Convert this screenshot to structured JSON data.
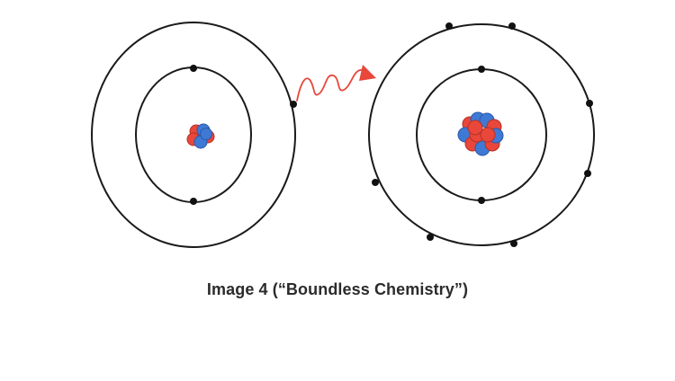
{
  "caption": "Image 4 (“Boundless Chemistry”)",
  "colors": {
    "orbit": "#1a1a1a",
    "electron": "#111111",
    "proton": "#e8473a",
    "neutron": "#3f79d6",
    "arrow": "#e8473a",
    "background": "#ffffff"
  },
  "atoms": [
    {
      "name": "atom-before",
      "inner_shell_electrons": 2,
      "outer_shell_electrons": 1,
      "nucleus": "small"
    },
    {
      "name": "atom-after",
      "inner_shell_electrons": 2,
      "outer_shell_electrons": 7,
      "nucleus": "large"
    }
  ],
  "transfer_arrow": {
    "icon": "wavy-arrow-icon",
    "direction": "right"
  }
}
